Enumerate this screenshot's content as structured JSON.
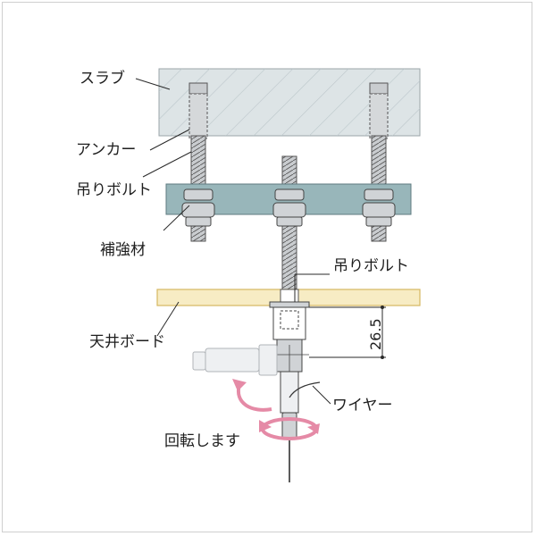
{
  "labels": {
    "slab": "スラブ",
    "anchor": "アンカー",
    "hanging_bolt_left": "吊りボルト",
    "reinforcement": "補強材",
    "hanging_bolt_right": "吊りボルト",
    "ceiling_board": "天井ボード",
    "wire": "ワイヤー",
    "rotate": "回転します"
  },
  "dimension": {
    "value": "26.5"
  },
  "colors": {
    "slab_fill": "#dde4e6",
    "slab_hatch": "#b8c3c7",
    "beam_fill": "#98b6ba",
    "board_fill": "#f7ecc4",
    "board_edge": "#d6b862",
    "metal": "#bdc0c3",
    "leader": "#2a2a2a",
    "arrow_pink": "#e58aa6"
  }
}
